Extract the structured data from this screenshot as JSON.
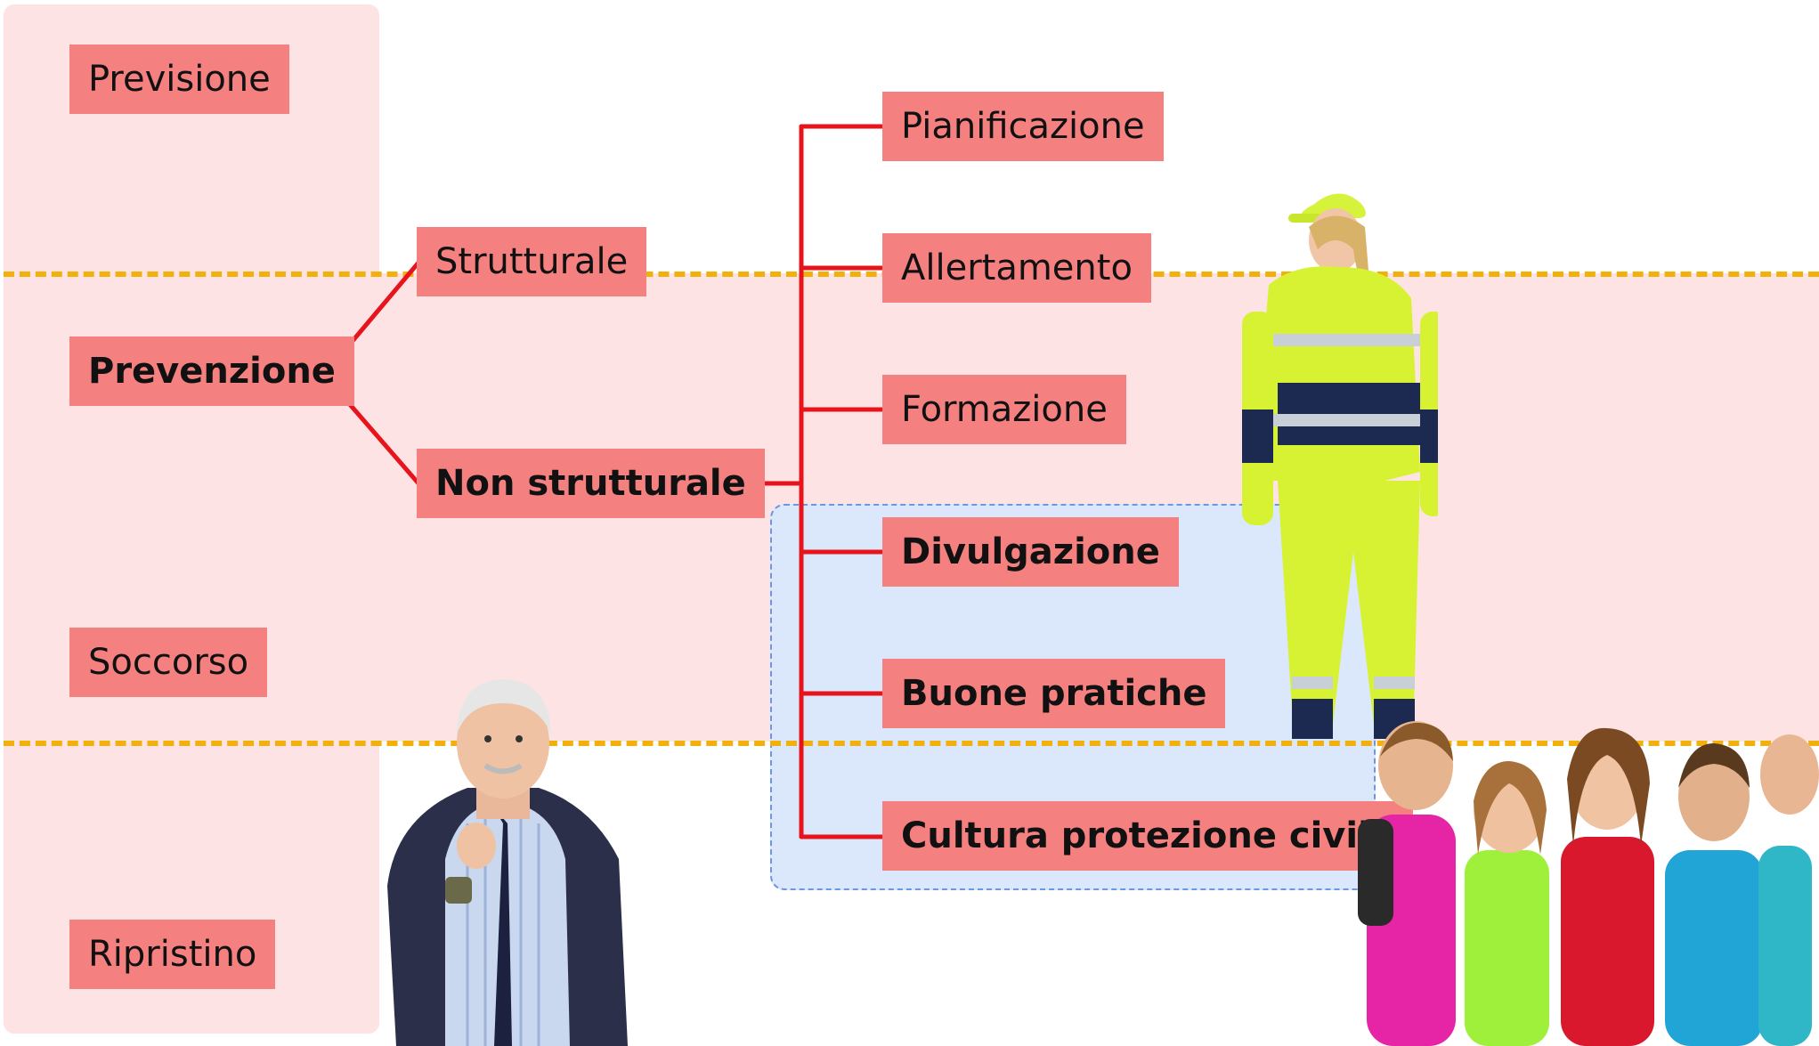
{
  "phases": [
    {
      "id": "previsione",
      "label": "Previsione"
    },
    {
      "id": "prevenzione",
      "label": "Prevenzione"
    },
    {
      "id": "soccorso",
      "label": "Soccorso"
    },
    {
      "id": "ripristino",
      "label": "Ripristino"
    }
  ],
  "prevention_types": {
    "structural": "Strutturale",
    "non_structural": "Non strutturale"
  },
  "non_structural_items": [
    {
      "id": "pianificazione",
      "label": "Pianificazione"
    },
    {
      "id": "allertamento",
      "label": "Allertamento"
    },
    {
      "id": "formazione",
      "label": "Formazione"
    },
    {
      "id": "divulgazione",
      "label": "Divulgazione"
    },
    {
      "id": "buone-pratiche",
      "label": "Buone pratiche"
    },
    {
      "id": "cultura",
      "label": "Cultura protezione civile"
    }
  ],
  "colors": {
    "box_fill": "#f58080",
    "background_band": "#fde3e3",
    "highlight_zone": "#dbe7fb",
    "connector": "#e8141c",
    "divider": "#f2b10a"
  },
  "illustrations": [
    "elderly-man-photo",
    "civil-protection-volunteer-photo",
    "teenagers-group-photo"
  ]
}
